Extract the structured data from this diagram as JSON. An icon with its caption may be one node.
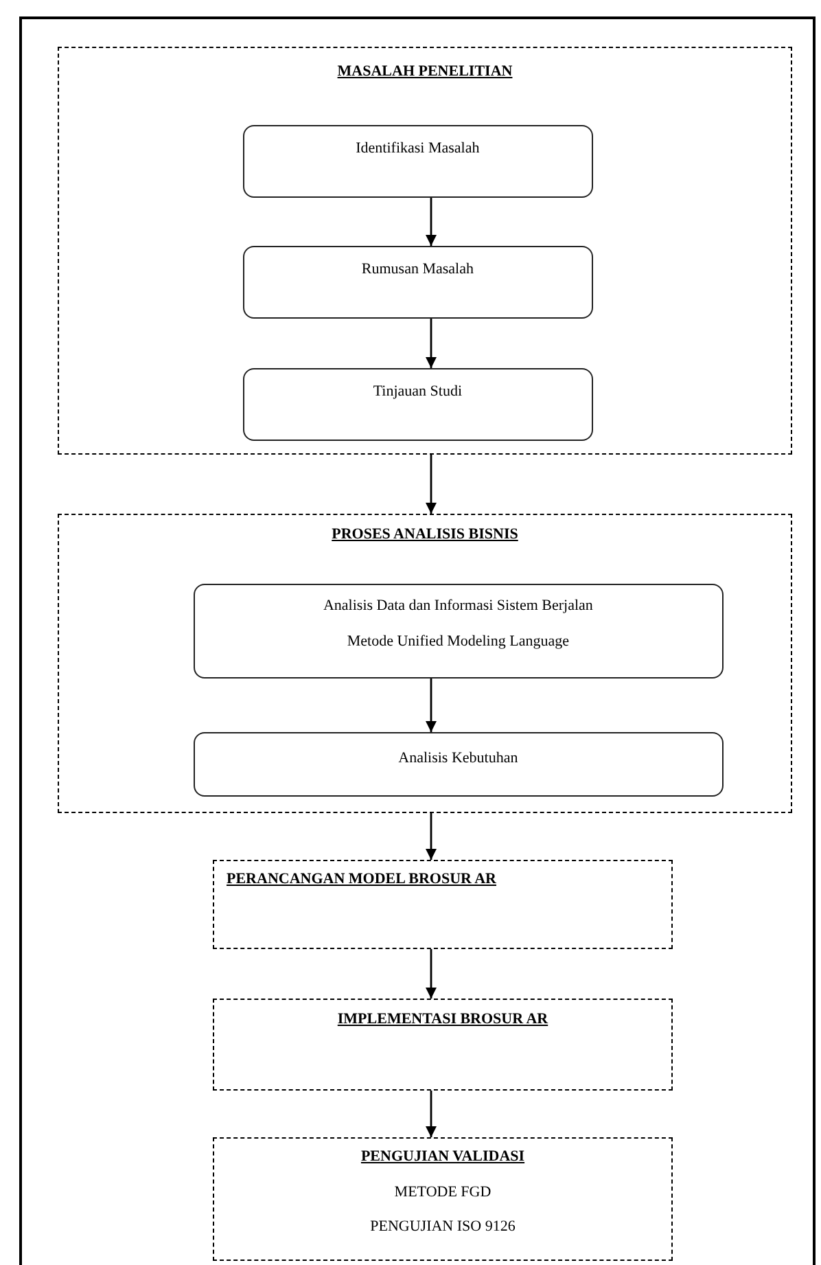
{
  "diagram": {
    "nodes": [
      {
        "text": [
          "MASALAH PENELITIAN"
        ]
      },
      {
        "text": [
          "Identifikasi Masalah"
        ],
        "in": 0
      },
      {
        "text": [
          "Rumusan Masalah"
        ],
        "in": 0
      },
      {
        "text": [
          "Tinjauan Studi"
        ],
        "in": 0
      },
      {
        "text": [
          "PROSES ANALISIS BISNIS"
        ]
      },
      {
        "text": [
          "Analisis Data dan Informasi Sistem Berjalan",
          "Metode Unified Modeling Language"
        ],
        "in": 4
      },
      {
        "text": [
          "Analisis Kebutuhan"
        ],
        "in": 4
      },
      {
        "text": [
          "PERANCANGAN MODEL BROSUR AR"
        ]
      },
      {
        "text": [
          "IMPLEMENTASI BROSUR AR"
        ]
      },
      {
        "text": [
          "PENGUJIAN VALIDASI",
          "METODE FGD",
          "PENGUJIAN ISO 9126"
        ]
      }
    ],
    "edges": [
      {
        "from": 1,
        "to": 2,
        "arrow": "to"
      },
      {
        "from": 2,
        "to": 3,
        "arrow": "to"
      },
      {
        "from": 0,
        "to": 4,
        "arrow": "to"
      },
      {
        "from": 5,
        "to": 6,
        "arrow": "to"
      },
      {
        "from": 4,
        "to": 7,
        "arrow": "to"
      },
      {
        "from": 7,
        "to": 8,
        "arrow": "to"
      },
      {
        "from": 8,
        "to": 9,
        "arrow": "to"
      }
    ]
  }
}
